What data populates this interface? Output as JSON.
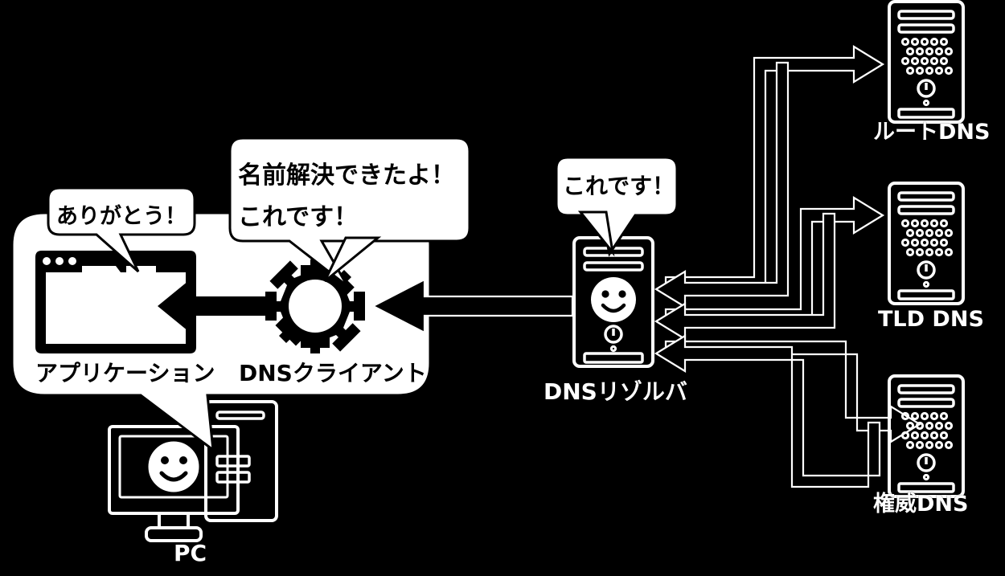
{
  "diagram": {
    "title": "DNS name resolution flow",
    "background_color": "#000000",
    "callout_fill": "#ffffff",
    "stroke_color": "#ffffff",
    "ink_color": "#000000"
  },
  "nodes": {
    "pc": {
      "label": "PC",
      "icon": "desktop-computer-icon",
      "face": "smiley-face-icon"
    },
    "application": {
      "label": "アプリケーション",
      "icon": "browser-window-icon"
    },
    "dns_client": {
      "label": "DNSクライアント",
      "icon": "gear-icon"
    },
    "dns_resolver": {
      "label": "DNSリゾルバ",
      "icon": "server-tower-icon",
      "face": "smiley-face-icon"
    },
    "root_dns": {
      "label": "ルートDNS",
      "icon": "server-tower-icon"
    },
    "tld_dns": {
      "label": "TLD DNS",
      "icon": "server-tower-icon"
    },
    "authoritative_dns": {
      "label": "権威DNS",
      "icon": "server-tower-icon"
    }
  },
  "speech_bubbles": [
    {
      "id": "thanks",
      "lines": [
        "ありがとう！"
      ],
      "from": "application"
    },
    {
      "id": "resolved",
      "lines": [
        "名前解決できたよ！",
        "これです！"
      ],
      "from": "dns_client"
    },
    {
      "id": "here_it_is",
      "lines": [
        "これです！"
      ],
      "from": "dns_resolver"
    }
  ],
  "arrows": [
    {
      "id": "resolver-to-client",
      "from": "dns_resolver",
      "to": "dns_client",
      "style": "solid-filled",
      "direction": "left"
    },
    {
      "id": "client-to-application",
      "from": "dns_client",
      "to": "application",
      "style": "solid-filled",
      "direction": "left"
    },
    {
      "id": "resolver-to-root",
      "from": "dns_resolver",
      "to": "root_dns",
      "style": "outline",
      "direction": "right"
    },
    {
      "id": "root-to-resolver",
      "from": "root_dns",
      "to": "dns_resolver",
      "style": "outline",
      "direction": "left"
    },
    {
      "id": "resolver-to-tld",
      "from": "dns_resolver",
      "to": "tld_dns",
      "style": "outline",
      "direction": "right"
    },
    {
      "id": "tld-to-resolver",
      "from": "tld_dns",
      "to": "dns_resolver",
      "style": "outline",
      "direction": "left"
    },
    {
      "id": "resolver-to-authoritative",
      "from": "dns_resolver",
      "to": "authoritative_dns",
      "style": "outline",
      "direction": "right"
    },
    {
      "id": "authoritative-to-resolver",
      "from": "authoritative_dns",
      "to": "dns_resolver",
      "style": "outline",
      "direction": "left"
    }
  ]
}
